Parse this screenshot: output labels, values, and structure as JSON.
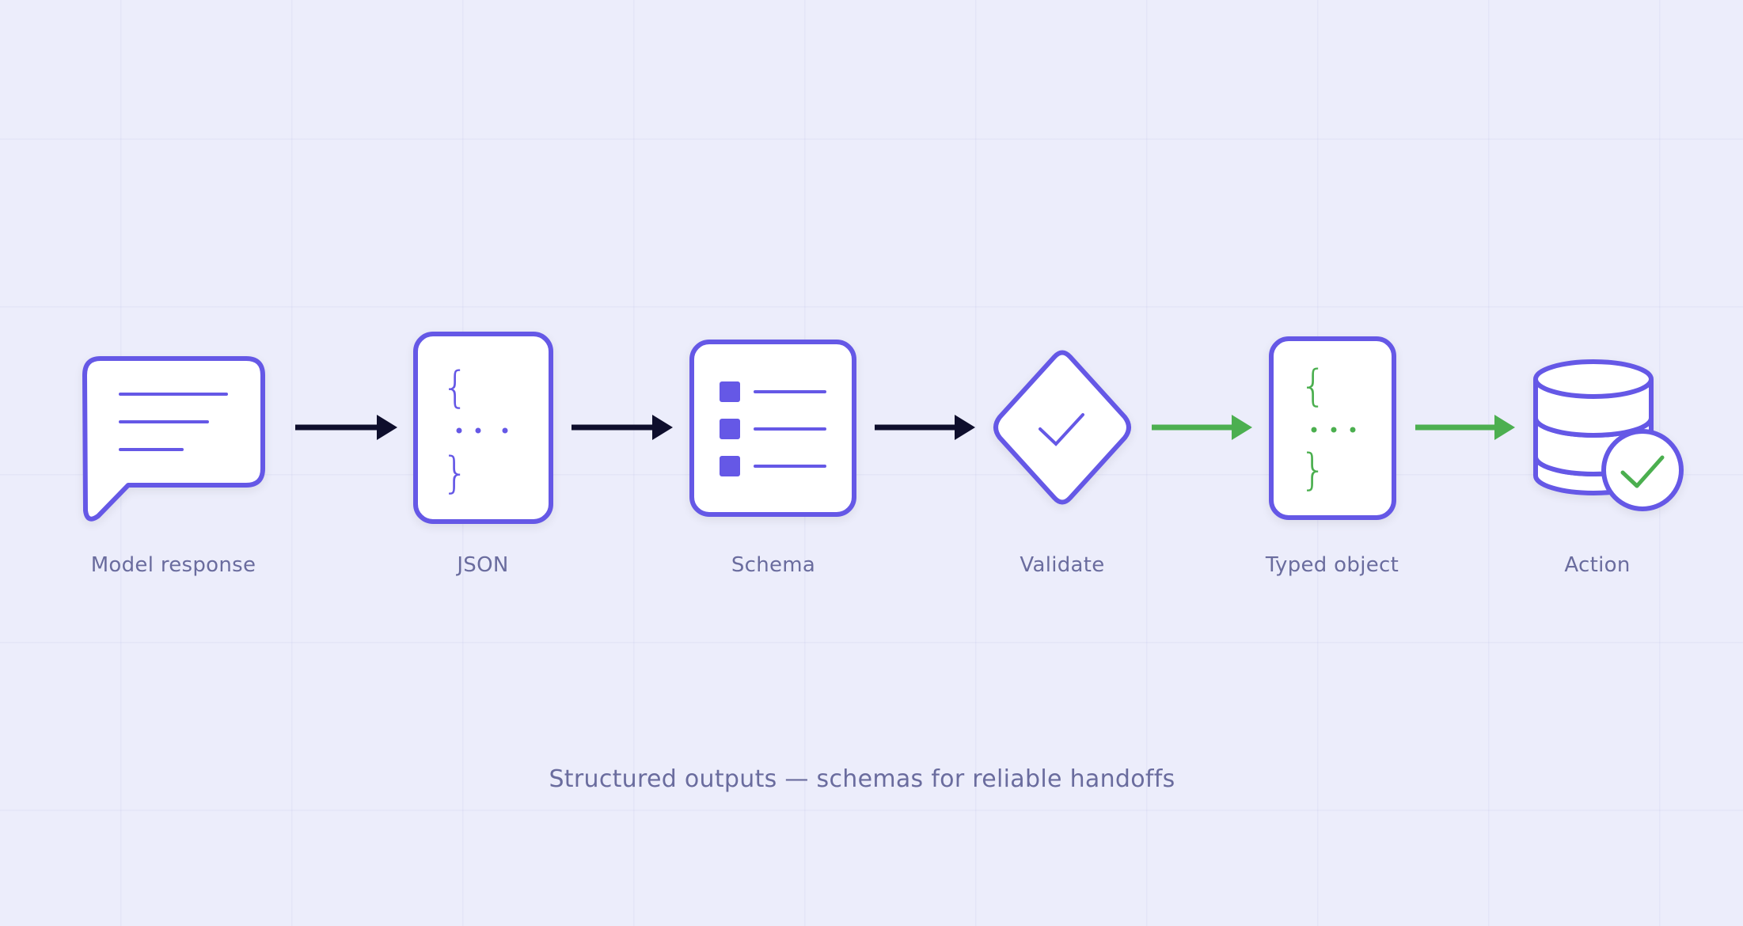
{
  "nodes": [
    {
      "label": "Model response",
      "icon": "chat-bubble-icon"
    },
    {
      "label": "JSON",
      "icon": "json-document-icon"
    },
    {
      "label": "Schema",
      "icon": "schema-list-icon"
    },
    {
      "label": "Validate",
      "icon": "validate-check-icon"
    },
    {
      "label": "Typed object",
      "icon": "typed-object-icon"
    },
    {
      "label": "Action",
      "icon": "database-check-icon"
    }
  ],
  "caption": "Structured outputs — schemas for reliable handoffs",
  "colors": {
    "background": "#ECEDFB",
    "accent": "#6558E6",
    "arrow_dark": "#0E0E2C",
    "arrow_green": "#4CAF50",
    "label_text": "#6A6C9E"
  }
}
